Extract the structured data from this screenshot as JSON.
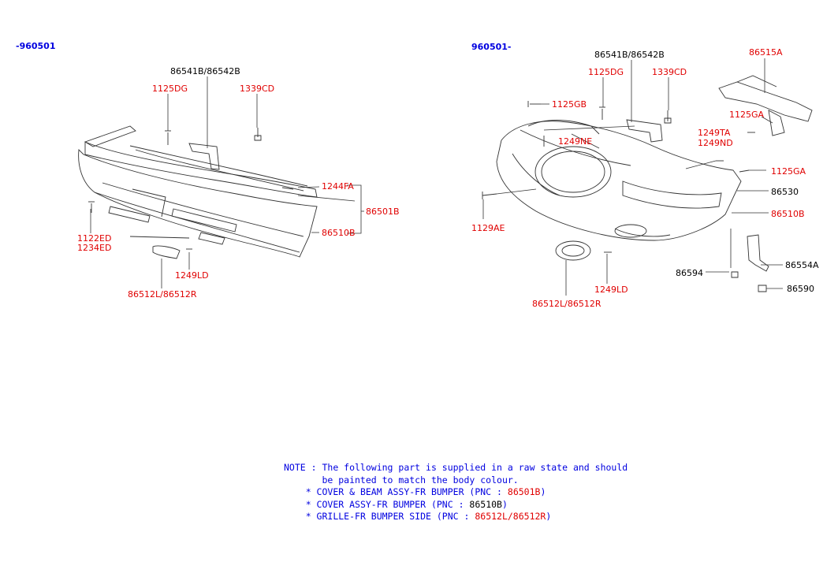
{
  "left": {
    "header": "-960501",
    "labels": {
      "bracket": "86541B/86542B",
      "bolt_a": "1125DG",
      "bolt_b": "1339CD",
      "screw": "1244FA",
      "assy": "86501B",
      "cover": "86510B",
      "clip_a": "1122ED",
      "clip_b": "1234ED",
      "screw2": "1249LD",
      "grille": "86512L/86512R"
    }
  },
  "right": {
    "header": "960501-",
    "labels": {
      "bracket": "86541B/86542B",
      "bolt_a": "1125DG",
      "bolt_b": "1339CD",
      "reinf": "86515A",
      "bolt_gb": "1125GB",
      "bolt_ga1": "1125GA",
      "nut_ne": "1249NE",
      "nut_ta": "1249TA",
      "nut_nd": "1249ND",
      "bolt_ga2": "1125GA",
      "beam": "86530",
      "cover": "86510B",
      "clip": "1129AE",
      "bracket2": "86554A",
      "clip2": "86594",
      "clip3": "86590",
      "screw2": "1249LD",
      "grille": "86512L/86512R"
    }
  },
  "note": {
    "prefix": "NOTE : ",
    "line1": "The following part is supplied in a raw state and should",
    "line2": "be painted to match the body colour.",
    "item1_text": "* COVER & BEAM ASSY-FR BUMPER (PNC : ",
    "item1_pnc": "86501B",
    "item2_text": "* COVER ASSY-FR BUMPER (PNC : ",
    "item2_pnc": "86510B",
    "item3_text": "* GRILLE-FR BUMPER SIDE (PNC : ",
    "item3_pnc": "86512L/86512R",
    "close": ")"
  },
  "colors": {
    "label_red": "#e00000",
    "label_black": "#000000",
    "note_blue": "#0000e0"
  }
}
